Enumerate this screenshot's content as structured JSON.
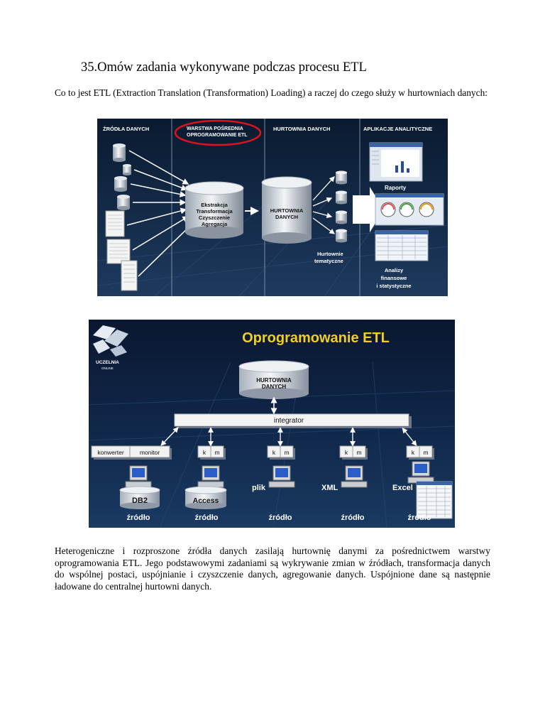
{
  "heading": "35.Omów zadania wykonywane podczas procesu ETL",
  "intro": "Co to jest ETL (Extraction Translation (Transformation) Loading) a raczej do czego służy w hurtowniach danych:",
  "figure1": {
    "col_sources": "ŹRÓDŁA DANYCH",
    "col_middle_1": "WARSTWA POŚREDNIA",
    "col_middle_2": "OPROGRAMOWANIE ETL",
    "col_warehouse": "HURTOWNIA DANYCH",
    "col_apps": "APLIKACJE ANALITYCZNE",
    "etl_1": "Ekstrakcja",
    "etl_2": "Transformacja",
    "etl_3": "Czyszczenie",
    "etl_4": "Agregacja",
    "wh_1": "HURTOWNIA",
    "wh_2": "DANYCH",
    "marts_1": "Hurtownie",
    "marts_2": "tematyczne",
    "reports": "Raporty",
    "analyses_1": "Analizy",
    "analyses_2": "finansowe",
    "analyses_3": "i statystyczne",
    "accent_color": "#d9141c"
  },
  "figure2": {
    "title": "Oprogramowanie ETL",
    "logo_1": "UCZELNIA",
    "logo_2": "ONLINE",
    "wh_1": "HURTOWNIA",
    "wh_2": "DANYCH",
    "integrator": "integrator",
    "konwerter": "konwerter",
    "monitor": "monitor",
    "k": "k",
    "m": "m",
    "db2": "DB2",
    "access": "Access",
    "plik": "plik",
    "xml": "XML",
    "excel": "Excel",
    "source": "źródło",
    "title_color": "#f0ce23"
  },
  "outro": "Heterogeniczne i rozproszone źródła danych zasilają hurtownię danymi za pośrednictwem warstwy oprogramowania ETL. Jego podstawowymi zadaniami są wykrywanie zmian w źródłach, transformacja danych do wspólnej postaci, uspójnianie i czyszczenie danych, agregowanie danych. Uspójnione dane są następnie ładowane do centralnej hurtowni danych."
}
